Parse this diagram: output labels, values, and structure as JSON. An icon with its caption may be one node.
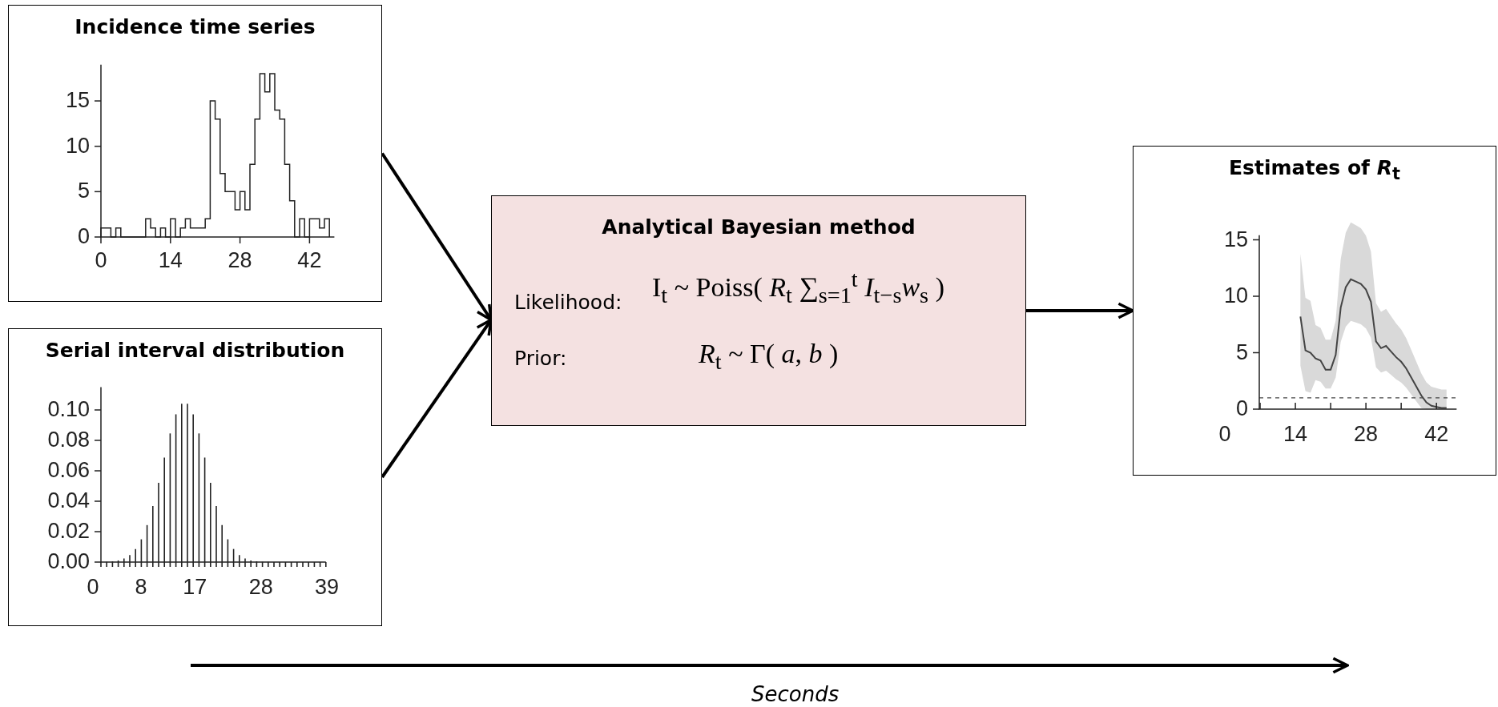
{
  "diagram": {
    "nodes": [
      {
        "text": [
          "Incidence time series"
        ]
      },
      {
        "text": [
          "Serial interval distribution"
        ]
      },
      {
        "text": [
          "Analytical Bayesian method",
          "Likelihood:",
          "I$_{t}$ ~ Poiss( *R*$_{t}$ ∑$_{s=1}$$^{t}$ *I*$_{t−s}$*w*$_{s}$ )",
          "Prior:",
          "*R*$_{t}$ ~ Γ( *a*, *b* )"
        ]
      },
      {
        "text": [
          "Estimates of *R*$_{t}$"
        ]
      }
    ],
    "edges": [
      {
        "from": 0,
        "to": 2,
        "arrow": "to"
      },
      {
        "from": 1,
        "to": 2,
        "arrow": "to"
      },
      {
        "from": 2,
        "to": 3,
        "arrow": "to"
      }
    ],
    "labels": [
      "15",
      "10",
      "5",
      "0",
      "0",
      "14",
      "28",
      "42",
      "0.10",
      "0.08",
      "0.06",
      "0.04",
      "0.02",
      "0.00",
      "0",
      "8",
      "17",
      "28",
      "39",
      "15",
      "10",
      "5",
      "0",
      "0",
      "14",
      "28",
      "42",
      "Seconds"
    ]
  }
}
